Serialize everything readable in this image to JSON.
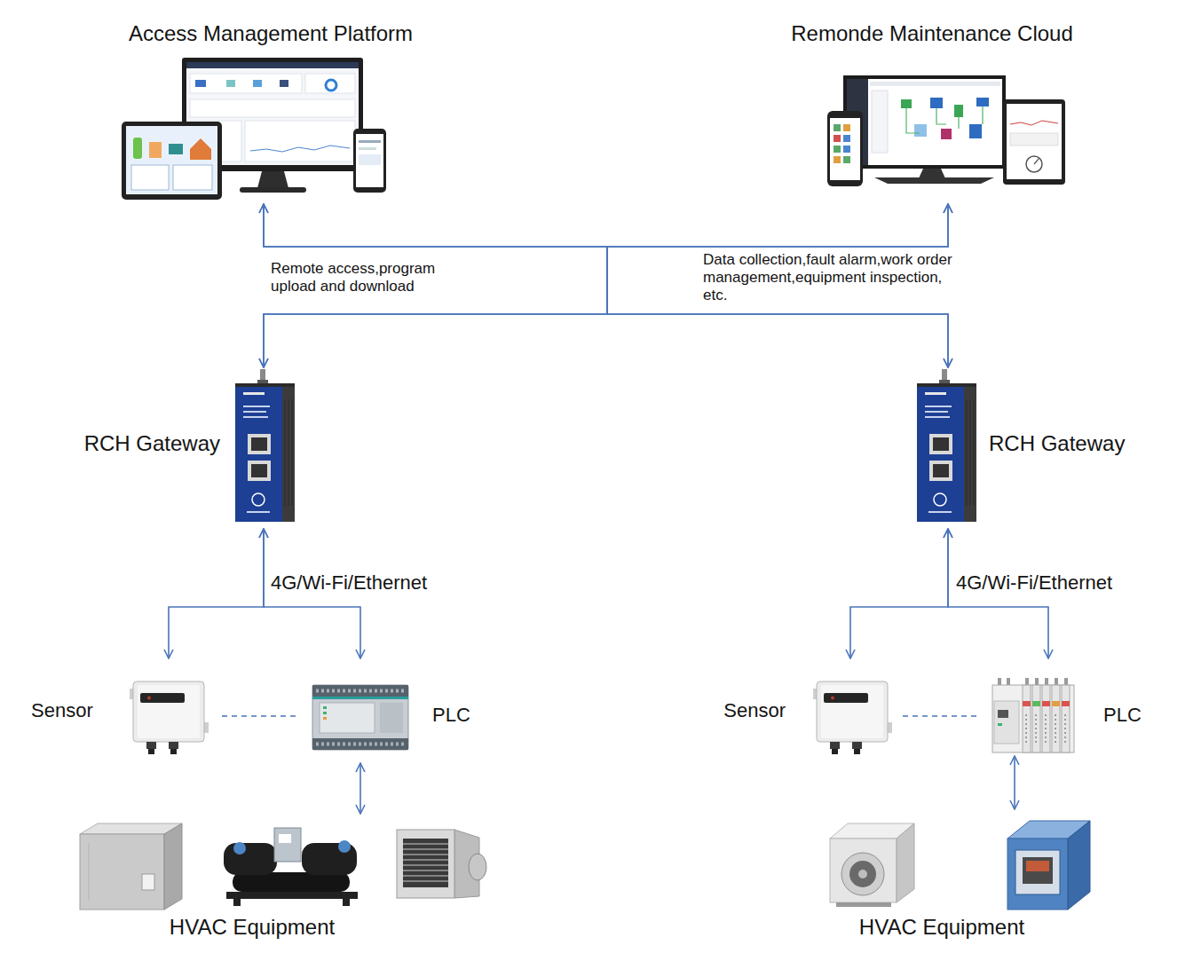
{
  "diagram": {
    "nodes": [
      {
        "text": [
          "Access Management Platform"
        ]
      },
      {
        "text": [
          "Remonde Maintenance Cloud"
        ]
      },
      {
        "text": [
          "RCH Gateway"
        ]
      },
      {
        "text": [
          "RCH Gateway"
        ]
      },
      {
        "text": [
          "Sensor"
        ]
      },
      {
        "text": [
          "PLC"
        ]
      },
      {
        "text": [
          "Sensor"
        ]
      },
      {
        "text": [
          "PLC"
        ]
      },
      {
        "text": [
          "HVAC Equipment"
        ]
      },
      {
        "text": [
          "HVAC Equipment"
        ]
      }
    ],
    "edges": [
      {
        "from": 2,
        "to": 0,
        "arrow": "both",
        "label": "Remote access,program upload and download"
      },
      {
        "from": 2,
        "to": 1,
        "arrow": "both"
      },
      {
        "from": 3,
        "to": 0,
        "arrow": "both"
      },
      {
        "from": 3,
        "to": 1,
        "arrow": "both",
        "label": "Data collection,fault alarm,work order management,equipment inspection, etc."
      },
      {
        "from": 2,
        "to": 4,
        "arrow": "both",
        "label": "4G/Wi-Fi/Ethernet"
      },
      {
        "from": 2,
        "to": 5,
        "arrow": "both"
      },
      {
        "from": 4,
        "to": 5,
        "arrow": "none"
      },
      {
        "from": 5,
        "to": 8,
        "arrow": "both"
      },
      {
        "from": 3,
        "to": 6,
        "arrow": "both",
        "label": "4G/Wi-Fi/Ethernet"
      },
      {
        "from": 3,
        "to": 7,
        "arrow": "both"
      },
      {
        "from": 6,
        "to": 7,
        "arrow": "none"
      },
      {
        "from": 7,
        "to": 9,
        "arrow": "both"
      }
    ]
  }
}
